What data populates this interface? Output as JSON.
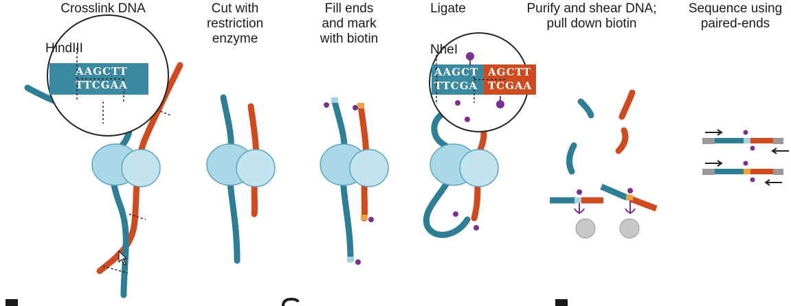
{
  "steps": [
    {
      "label": "Crosslink DNA"
    },
    {
      "label": "Cut with\nrestriction\nenzyme"
    },
    {
      "label": "Fill ends\nand mark\nwith biotin"
    },
    {
      "label": "Ligate"
    },
    {
      "label": "Purify and shear DNA;\npull down biotin"
    },
    {
      "label": "Sequence using\npaired-ends"
    }
  ],
  "enzymes": {
    "hindiii": "HindIII",
    "nhei": "NheI"
  },
  "sequences": {
    "hindiii_top": "AAGCTT",
    "hindiii_bottom": "TTCGAA",
    "nhei_top_left": "AAGCT",
    "nhei_top_right": "AGCTT",
    "nhei_bottom_left": "TTCGA",
    "nhei_bottom_right": "TCGAA"
  },
  "colors": {
    "teal_strand": "#2e7f96",
    "orange_strand": "#d04a1f",
    "protein": "#a9d7e6",
    "biotin": "#7b2f8e",
    "fill_teal": "#9fd3e3",
    "fill_orange": "#f3a33a",
    "bead": "#c8c8c8"
  }
}
